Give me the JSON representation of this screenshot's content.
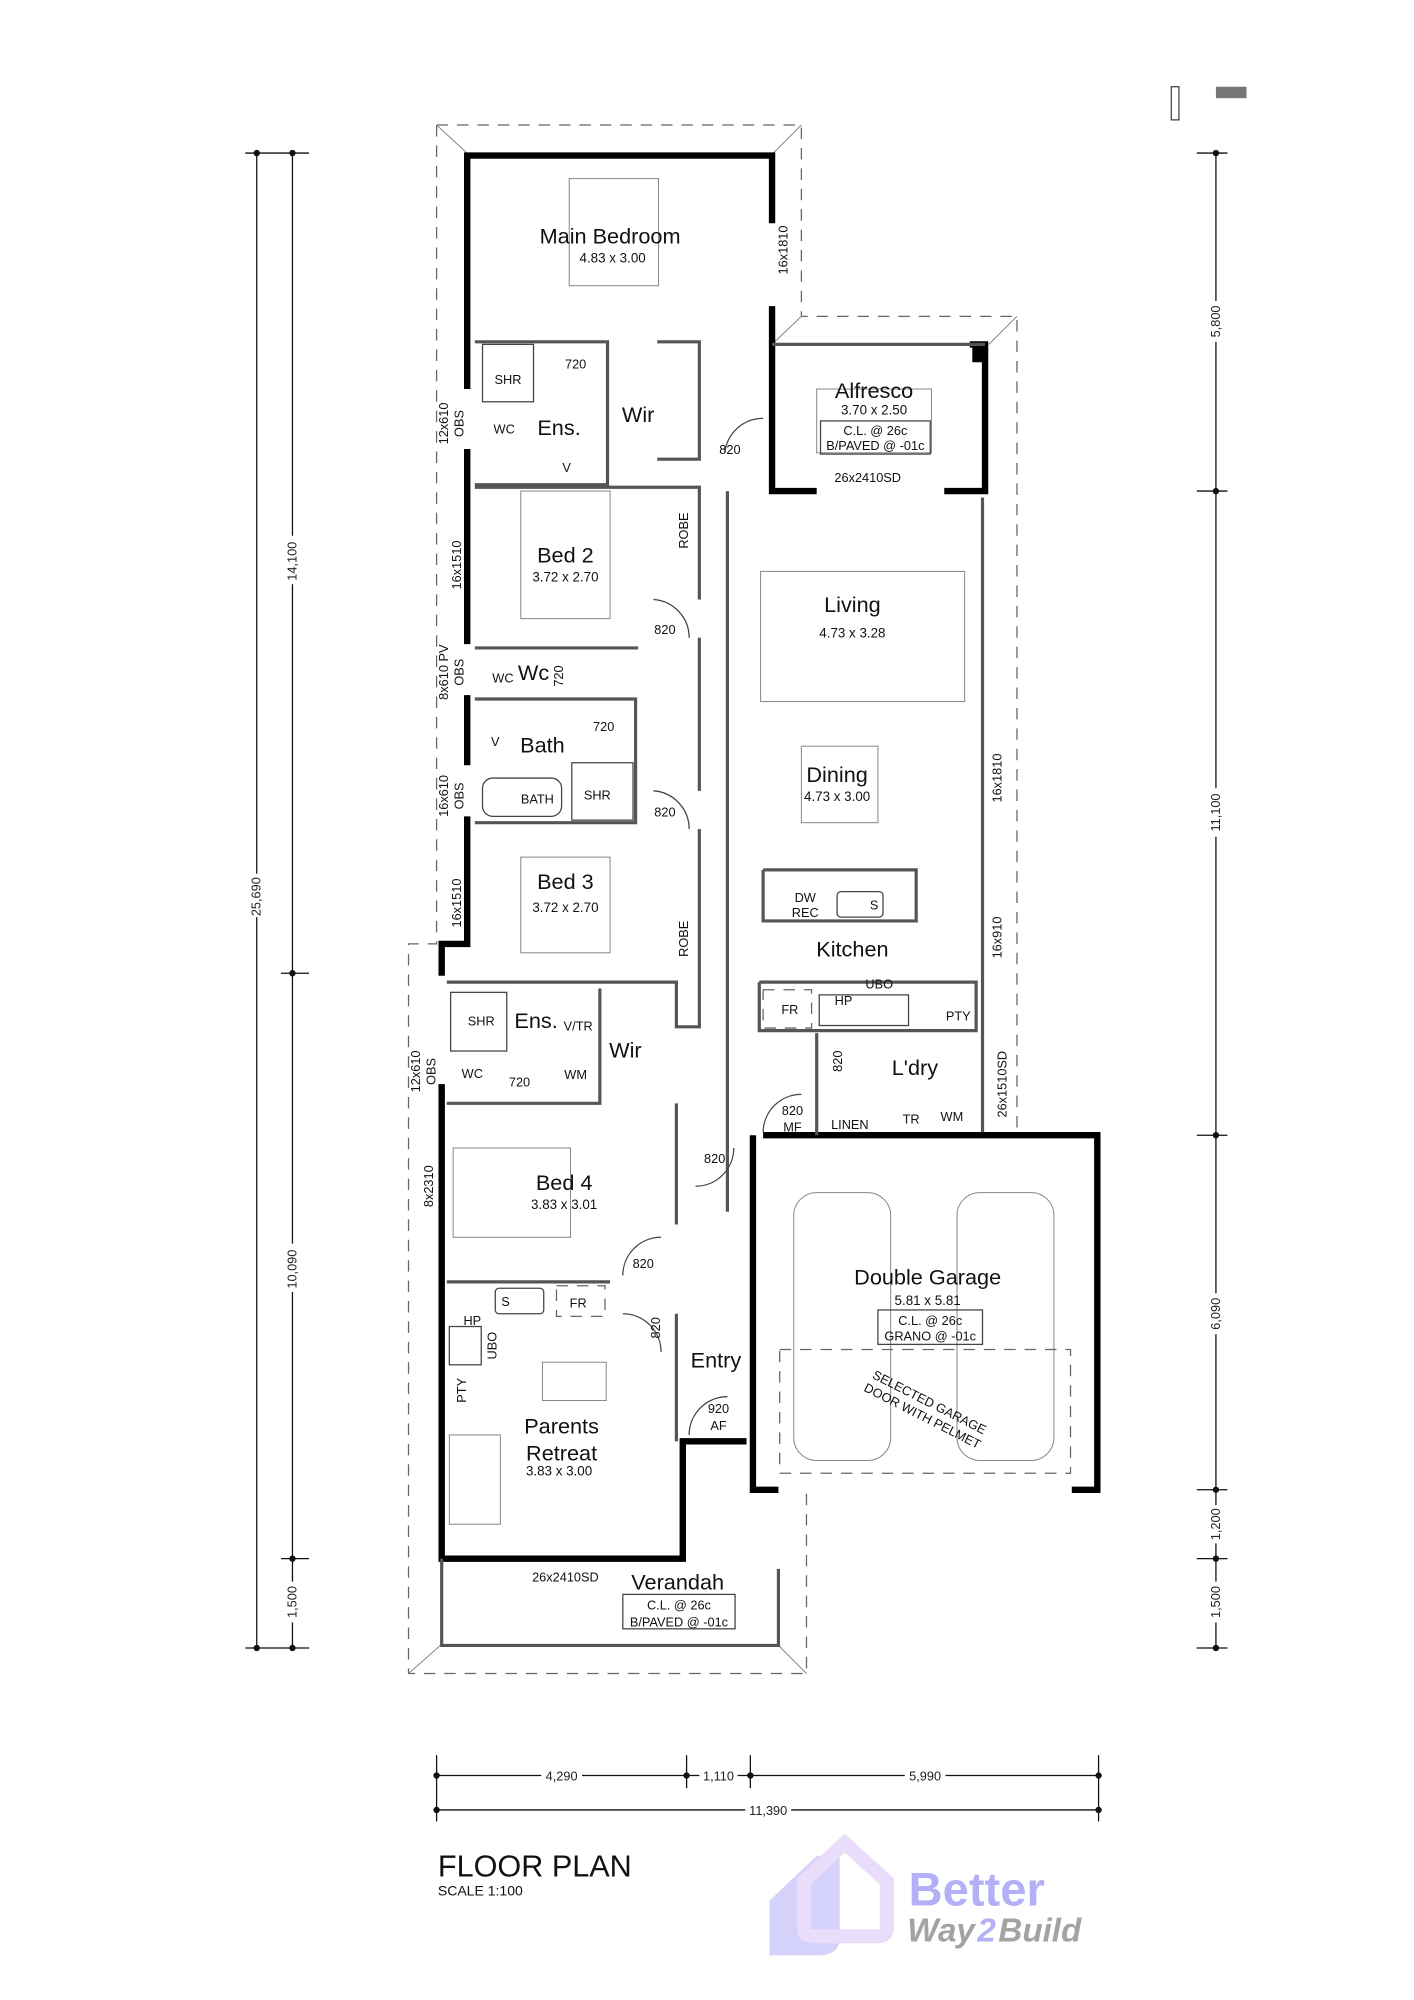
{
  "title": {
    "heading": "FLOOR PLAN",
    "scale": "SCALE 1:100"
  },
  "logo": {
    "line1": "Better",
    "line2a": "Way",
    "line2b": "2",
    "line2c": "Build",
    "accent": "#a9a6f5",
    "grey": "#9a9a9a"
  },
  "rooms": {
    "main_bedroom": {
      "name": "Main Bedroom",
      "size": "4.83 x 3.00"
    },
    "ens1": {
      "name": "Ens.",
      "shr": "SHR",
      "wc": "WC",
      "door": "720",
      "window": "12x610",
      "window_note": "OBS",
      "vanity": "V"
    },
    "wir1": {
      "name": "Wir",
      "door": "820"
    },
    "main_window": "16x1810",
    "alfresco": {
      "name": "Alfresco",
      "size": "3.70 x 2.50",
      "cl": "C.L. @ 26c",
      "floor": "B/PAVED @ -01c",
      "door": "26x2410SD"
    },
    "bed2": {
      "name": "Bed 2",
      "size": "3.72 x 2.70",
      "robe": "ROBE",
      "door": "820",
      "window": "16x1510"
    },
    "wc": {
      "name": "Wc",
      "wc": "WC",
      "door": "720",
      "window": "8x610 PV",
      "window_note": "OBS"
    },
    "bath": {
      "name": "Bath",
      "bath": "BATH",
      "shr": "SHR",
      "door": "720",
      "door2": "820",
      "vanity": "V",
      "window": "16x610",
      "window_note": "OBS"
    },
    "bed3": {
      "name": "Bed 3",
      "size": "3.72 x 2.70",
      "robe": "ROBE",
      "window": "16x1510"
    },
    "living": {
      "name": "Living",
      "size": "4.73 x 3.28"
    },
    "dining": {
      "name": "Dining",
      "size": "4.73 x 3.00",
      "window": "16x1810"
    },
    "kitchen": {
      "name": "Kitchen",
      "dw": "DW",
      "rec": "REC",
      "sink": "S",
      "ubo": "UBO",
      "hp": "HP",
      "fr": "FR",
      "pty": "PTY",
      "window": "16x910"
    },
    "ens2": {
      "name": "Ens.",
      "shr": "SHR",
      "vtr": "V/TR",
      "wc": "WC",
      "door": "720",
      "wm": "WM",
      "window": "12x610",
      "window_note": "OBS"
    },
    "wir2": {
      "name": "Wir"
    },
    "laundry": {
      "name": "L'dry",
      "door": "820",
      "door_mf": "820",
      "mf": "MF",
      "linen": "LINEN",
      "tr": "TR",
      "wm": "WM",
      "window": "26x1510SD"
    },
    "hall_door": "820",
    "bed4": {
      "name": "Bed 4",
      "size": "3.83 x 3.01",
      "door": "820",
      "window": "8x2310"
    },
    "garage": {
      "name": "Double Garage",
      "size": "5.81 x 5.81",
      "cl": "C.L. @ 26c",
      "floor": "GRANO @ -01c",
      "door_note1": "SELECTED GARAGE",
      "door_note2": "DOOR WITH PELMET"
    },
    "retreat_kitchen": {
      "sink": "S",
      "fr": "FR",
      "hp": "HP",
      "ubo": "UBO",
      "pty": "PTY",
      "door": "820"
    },
    "entry": {
      "name": "Entry",
      "door": "920",
      "door_note": "AF"
    },
    "parents_retreat": {
      "name1": "Parents",
      "name2": "Retreat",
      "size": "3.83 x 3.00"
    },
    "verandah": {
      "name": "Verandah",
      "door": "26x2410SD",
      "cl": "C.L. @ 26c",
      "floor": "B/PAVED @ -01c"
    }
  },
  "dimensions": {
    "left": {
      "overall": "25,690",
      "upper": "14,100",
      "middle": "10,090",
      "lower": "1,500"
    },
    "right": {
      "d1": "5,800",
      "d2": "11,100",
      "d3": "6,090",
      "d4": "1,200",
      "d5": "1,500"
    },
    "bottom": {
      "d1": "4,290",
      "d2": "1,110",
      "d3": "5,990",
      "overall": "11,390"
    }
  }
}
